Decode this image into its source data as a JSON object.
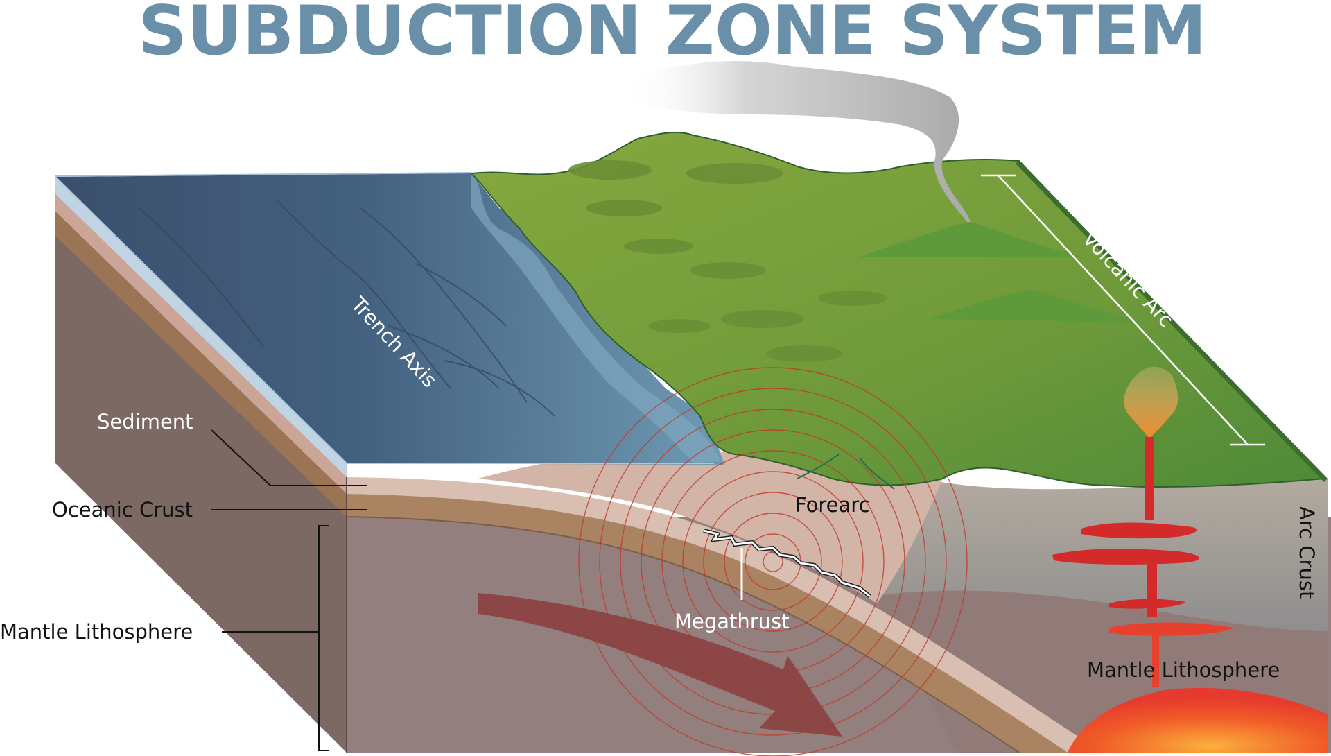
{
  "title": "SUBDUCTION ZONE SYSTEM",
  "labels": {
    "trench_axis": "Trench Axis",
    "volcanic_arc": "Volcanic Arc",
    "sediment": "Sediment",
    "oceanic_crust": "Oceanic Crust",
    "mantle_lithosphere_left": "Mantle Lithosphere",
    "forearc": "Forearc",
    "megathrust": "Megathrust",
    "arc_crust": "Arc Crust",
    "mantle_lithosphere_right": "Mantle Lithosphere"
  },
  "colors": {
    "title": "#6a8fa8",
    "ocean_deep": "#3f5472",
    "ocean_shallow": "#6d98b2",
    "land": "#7aa03c",
    "land_dark": "#4f7a2a",
    "sediment": "#c8a89a",
    "oceanic_crust": "#a67c5c",
    "mantle": "#8a7470",
    "magma": "#d42a2a",
    "hotspot": "#f7a239",
    "seismic_rings": "#c0392b"
  }
}
